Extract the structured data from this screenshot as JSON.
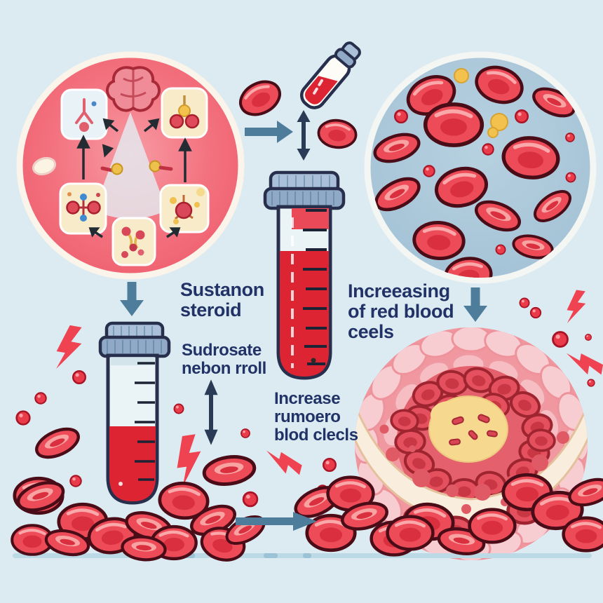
{
  "labels": {
    "steroid_title": "Sustanon\nsteroid",
    "sudrosate_note": "Sudrosate\nnebon rroll",
    "increasing_note": "Increeasing\nof red blood\nceels",
    "increase_note": "Increase\nrumoero\nblod clecls"
  },
  "icons": {
    "hormone_circle": "hormone-pathway-circle",
    "brain": "brain-icon",
    "vial": "vial-icon",
    "microscope_circle": "microscope-view-circle",
    "blood_tube": "blood-sample-tube",
    "bone_marrow": "bone-marrow-circle",
    "red_blood_cell": "red-blood-cell-icon",
    "lightning": "lightning-icon"
  },
  "colors": {
    "background": "#dcebf2",
    "text_navy": "#213266",
    "arrow_steel": "#4e7d9b",
    "arrow_navy": "#2a3b55",
    "cell_red": "#ee4b59",
    "cell_red_dark": "#d92f3e",
    "cell_outline": "#4a0d18",
    "lightning_red": "#ef4352",
    "pink_circle": "#f3727f",
    "microscope_bg": "#a9c6da",
    "cap_blue": "#8fa9c6",
    "cap_outline": "#272f4c",
    "tube_liquid": "#dc2433",
    "tube_glass": "#eaf3f6",
    "marrow_pink": "#f0979f",
    "marrow_cobble": "#f8cdd1",
    "marrow_inner": "#e4606c",
    "marrow_yellow": "#f6d98e",
    "bone_cream": "#f9eedd",
    "tile_cream": "#f8ebc9",
    "ground_blue": "#bcd9e6"
  }
}
